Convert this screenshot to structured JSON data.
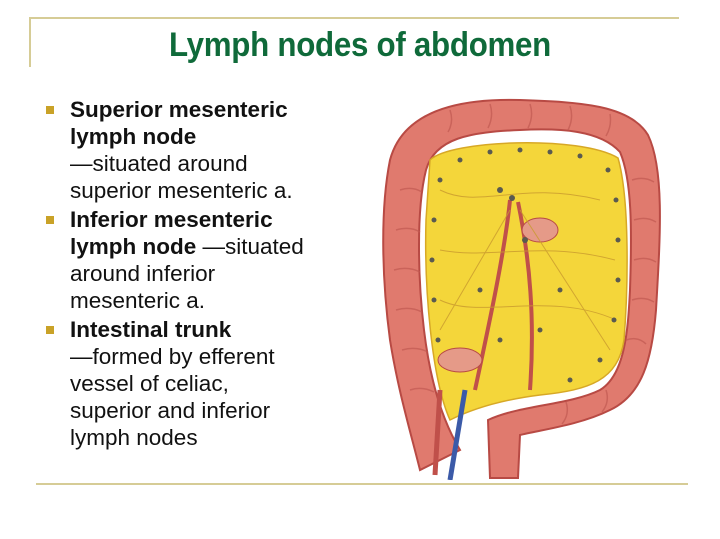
{
  "slide": {
    "title": "Lymph nodes of abdomen",
    "bullets": [
      {
        "heading_line1": "Superior mesenteric",
        "heading_line2": "lymph node",
        "desc_lines": [
          "—situated around",
          "superior mesenteric a."
        ]
      },
      {
        "heading_line1": "Inferior mesenteric",
        "heading_line2": "lymph node",
        "inline_desc": " —situated",
        "desc_lines": [
          "around inferior",
          "mesenteric a."
        ]
      },
      {
        "heading_line1": "Intestinal trunk",
        "desc_lines": [
          "—formed by efferent",
          "vessel of celiac,",
          "superior and inferior",
          "lymph nodes"
        ]
      }
    ],
    "illustration": {
      "subject": "colon-lymph-nodes-illustration",
      "colors": {
        "colon": "#e07a6e",
        "colon_dark": "#b84a44",
        "mesentery": "#f4d63a",
        "vessels": "#c0504a",
        "vein": "#3b5aa8",
        "node": "#5a5a50"
      }
    },
    "colors": {
      "title": "#0f6a3a",
      "rule": "#d6cc96",
      "bullet": "#c9a227"
    }
  }
}
